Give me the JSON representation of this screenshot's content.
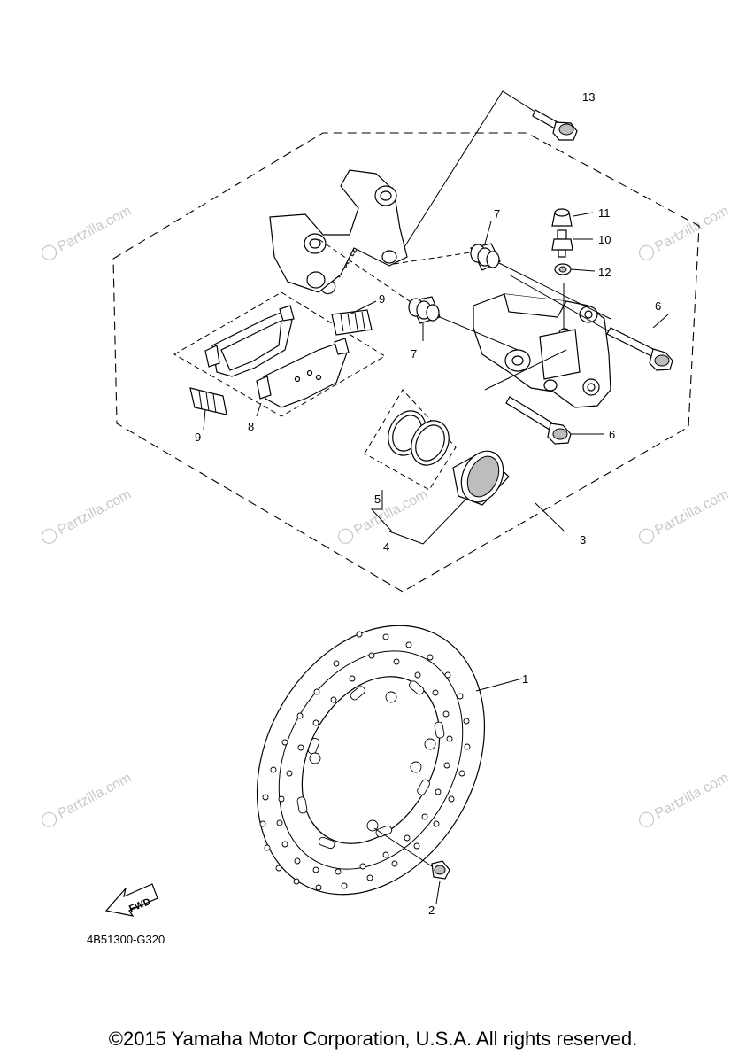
{
  "watermark_text": "Partzilla.com",
  "diagram_code": "4B51300-G320",
  "fwd_label": "FWD",
  "copyright": "©2015 Yamaha Motor Corporation, U.S.A. All rights reserved.",
  "callouts": {
    "c1": "1",
    "c2": "2",
    "c3": "3",
    "c4": "4",
    "c5": "5",
    "c6a": "6",
    "c6b": "6",
    "c7a": "7",
    "c7b": "7",
    "c8": "8",
    "c9a": "9",
    "c9b": "9",
    "c10": "10",
    "c11": "11",
    "c12": "12",
    "c13": "13"
  },
  "icons": {
    "fwd_arrow": "fwd-arrow-icon",
    "brake_disc": "brake-disc-icon",
    "caliper": "caliper-icon"
  }
}
